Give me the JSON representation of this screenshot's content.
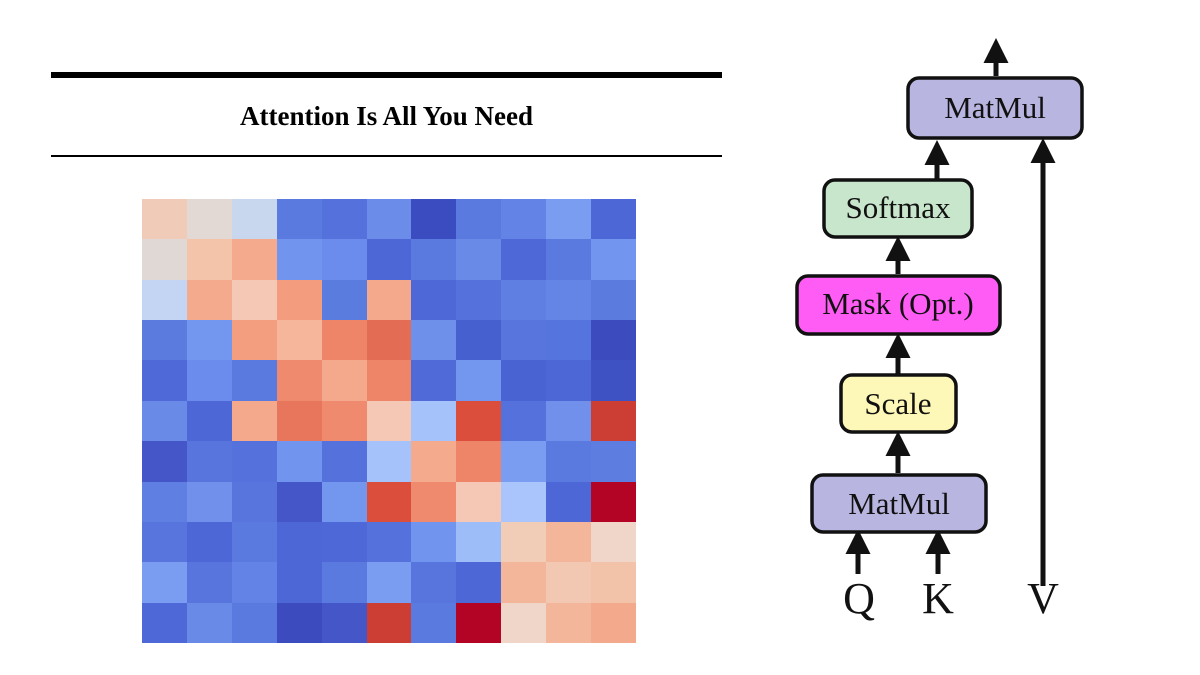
{
  "title": "Attention Is All You Need",
  "heatmap": {
    "rows": 11,
    "cols": 11,
    "cells": [
      [
        "#f0cbb8",
        "#e2d8d4",
        "#c8d7ee",
        "#5a7ae0",
        "#5572dc",
        "#6b8ce9",
        "#3b4cc0",
        "#5a7ae0",
        "#6384e6",
        "#7a9cf1",
        "#4d67d6"
      ],
      [
        "#e0d8d4",
        "#f4c4aa",
        "#f4aa8c",
        "#7194ef",
        "#6b8ced",
        "#4d67d6",
        "#5a7ae0",
        "#6a8ae8",
        "#4f68d8",
        "#5a7ae0",
        "#7295ef"
      ],
      [
        "#c3d5f2",
        "#f4aa8c",
        "#f4c8b4",
        "#f39c7e",
        "#5b7cdf",
        "#f4a88c",
        "#4f68d8",
        "#5571dc",
        "#5f80e2",
        "#6585e6",
        "#5b7bdf"
      ],
      [
        "#5b7bdf",
        "#7397ef",
        "#f39e7f",
        "#f5b69b",
        "#ee8468",
        "#e36c55",
        "#6e90eb",
        "#4660d0",
        "#5775dc",
        "#5574de",
        "#3c4cbe"
      ],
      [
        "#4f6ad8",
        "#6b8ced",
        "#5a7ae0",
        "#ef8a6e",
        "#f4a88c",
        "#ee8468",
        "#506ad8",
        "#7396ef",
        "#4a63d2",
        "#4d67d6",
        "#3e52c3"
      ],
      [
        "#6a8ae8",
        "#4d67d6",
        "#f4a88c",
        "#e8765c",
        "#ef8a6e",
        "#f4c8b4",
        "#a6c2fa",
        "#dc4e3c",
        "#5471dc",
        "#7090eb",
        "#cc3e33"
      ],
      [
        "#4456c8",
        "#5775dc",
        "#5471dc",
        "#7194ef",
        "#5471dc",
        "#a6c2fa",
        "#f4aa8c",
        "#ee8468",
        "#7a9cf1",
        "#5a7ae0",
        "#5d7de1"
      ],
      [
        "#5f80e2",
        "#7090eb",
        "#5775dc",
        "#4456c8",
        "#7397ef",
        "#dc4e3c",
        "#ef8a6e",
        "#f4c8b4",
        "#a9c5fb",
        "#4d67d6",
        "#b40426"
      ],
      [
        "#5775dc",
        "#4d67d6",
        "#5a7ae0",
        "#4d67d6",
        "#4f68d8",
        "#5471dc",
        "#7194ef",
        "#9dbdf9",
        "#f1cdb8",
        "#f4b69a",
        "#efd6c9"
      ],
      [
        "#7a9cf1",
        "#5775dc",
        "#6384e6",
        "#4d67d6",
        "#5a7ae0",
        "#7a9cf1",
        "#5775dc",
        "#4d67d6",
        "#f4b69a",
        "#f3c8b2",
        "#f3c3a9"
      ],
      [
        "#4f68d8",
        "#6a8ae8",
        "#5a7ae0",
        "#3c4cbe",
        "#4456c8",
        "#cc3e33",
        "#5a7ae0",
        "#b40426",
        "#efd6c9",
        "#f4b69a",
        "#f3aa8c"
      ]
    ]
  },
  "diagram": {
    "boxes": [
      {
        "id": "matmul-top",
        "label": "MatMul",
        "color": "#b8b5e0"
      },
      {
        "id": "softmax",
        "label": "Softmax",
        "color": "#c8e6cc"
      },
      {
        "id": "mask",
        "label": "Mask (Opt.)",
        "color": "#ff5cf6"
      },
      {
        "id": "scale",
        "label": "Scale",
        "color": "#fdf7b8"
      },
      {
        "id": "matmul-bottom",
        "label": "MatMul",
        "color": "#b8b5e0"
      }
    ],
    "inputs": [
      "Q",
      "K",
      "V"
    ]
  }
}
